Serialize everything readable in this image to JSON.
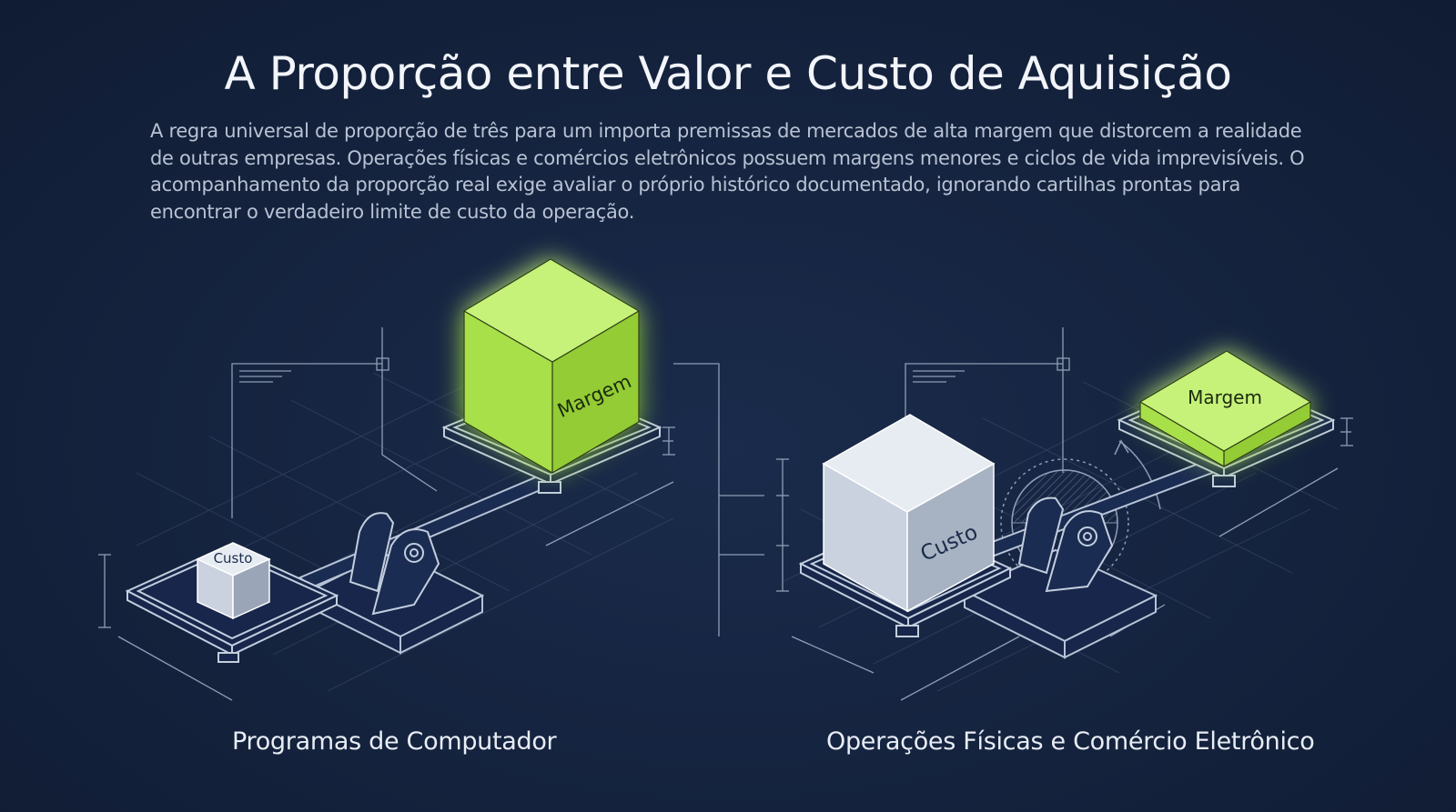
{
  "title": "A Proporção entre Valor e Custo de Aquisição",
  "description": "A regra universal de proporção de três para um importa premissas de mercados de alta margem que distorcem a realidade de outras empresas. Operações físicas e comércios eletrônicos possuem margens menores e ciclos de vida imprevisíveis. O acompanhamento da proporção real exige avaliar o próprio histórico documentado, ignorando cartilhas prontas para encontrar o verdadeiro limite de custo da operação.",
  "left_scale": {
    "caption": "Programas de Computador",
    "heavy_label": "Margem",
    "light_label": "Custo"
  },
  "right_scale": {
    "caption": "Operações Físicas e Comércio Eletrônico",
    "heavy_label": "Custo",
    "light_label": "Margem"
  },
  "colors": {
    "background": "#14223d",
    "accent_green": "#a8e04a",
    "cost_grey": "#c9d2de",
    "line": "#8f9db5"
  }
}
